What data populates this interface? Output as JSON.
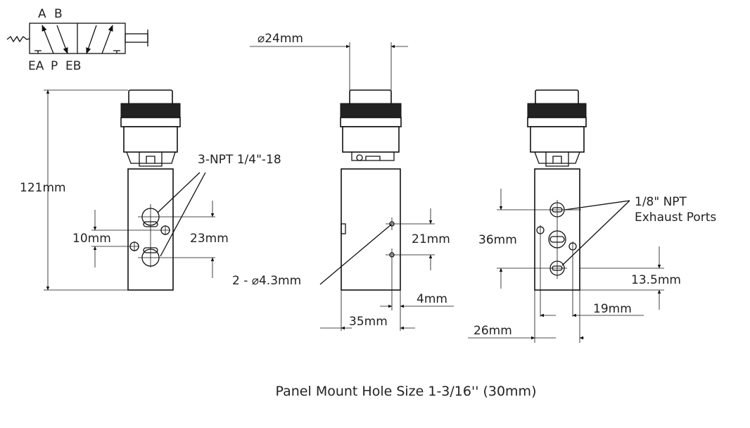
{
  "symbol": {
    "port_a": "A",
    "port_b": "B",
    "port_ea": "EA",
    "port_p": "P",
    "port_eb": "EB"
  },
  "view_front": {
    "height_dim": "121mm",
    "hole_offset_dim": "10mm",
    "port_spacing_dim": "23mm",
    "port_note": "3-NPT 1/4\"-18"
  },
  "view_side": {
    "button_dia_dim": "⌀24mm",
    "mount_hole_spacing_dim": "21mm",
    "mount_holes_note": "2 - ⌀4.3mm",
    "edge_offset_dim": "4mm",
    "width_dim": "35mm"
  },
  "view_back": {
    "port_spacing_dim": "36mm",
    "exhaust_note_line1": "1/8\" NPT",
    "exhaust_note_line2": "Exhaust Ports",
    "bottom_offset_dim": "13.5mm",
    "hole_spacing_dim": "19mm",
    "width_dim": "26mm"
  },
  "caption": "Panel Mount Hole Size 1-3/16'' (30mm)"
}
